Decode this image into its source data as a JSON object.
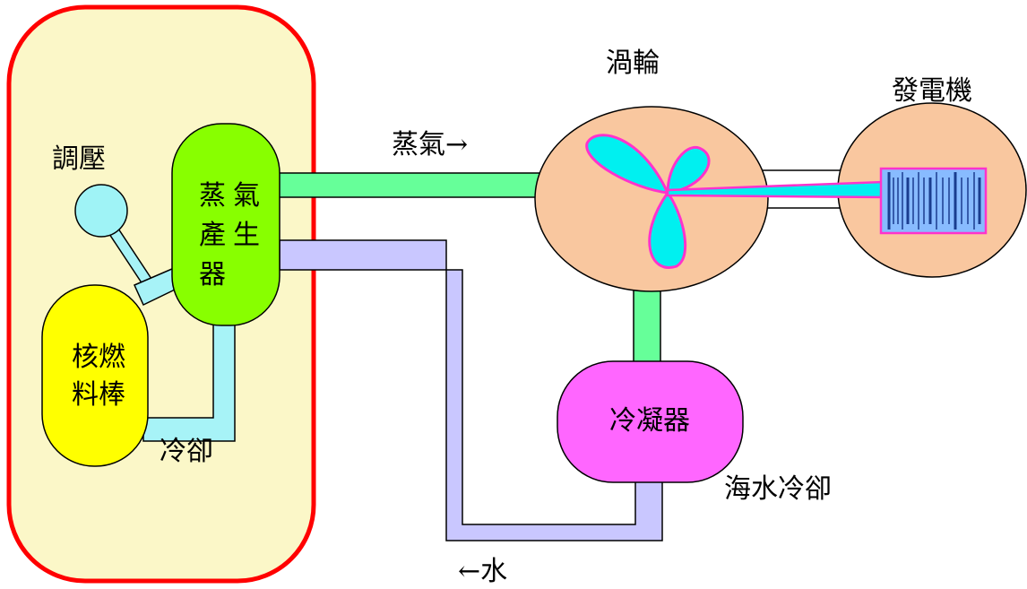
{
  "labels": {
    "pressurizer": "調壓",
    "steam_generator": [
      "蒸",
      "氣",
      "產",
      "生",
      "器"
    ],
    "fuel_rods": [
      "核燃",
      "料棒"
    ],
    "cooling": "冷卻",
    "steam_flow": "蒸氣→",
    "water_flow": "←水",
    "turbine": "渦輪",
    "generator": "發電機",
    "condenser": "冷凝器",
    "seawater_cooling": "海水冷卻"
  },
  "colors": {
    "containment_fill": "#fbf7c8",
    "containment_stroke": "#ff0000",
    "steam_generator": "#88ff00",
    "fuel_rods": "#ffff00",
    "pressurizer": "#9ff3f6",
    "primary_coolant_pipe": "#a7f3f7",
    "steam_pipe": "#66ff99",
    "water_pipe": "#c9c7ff",
    "turbine_body": "#f9c79f",
    "turbine_blades": "#00f0f0",
    "blade_stroke": "#ff33cc",
    "generator_body": "#f9c79f",
    "generator_coil": "#88bbff",
    "condenser": "#ff66ff"
  },
  "icons": [
    "turbine-blades-icon",
    "generator-coil-icon"
  ]
}
